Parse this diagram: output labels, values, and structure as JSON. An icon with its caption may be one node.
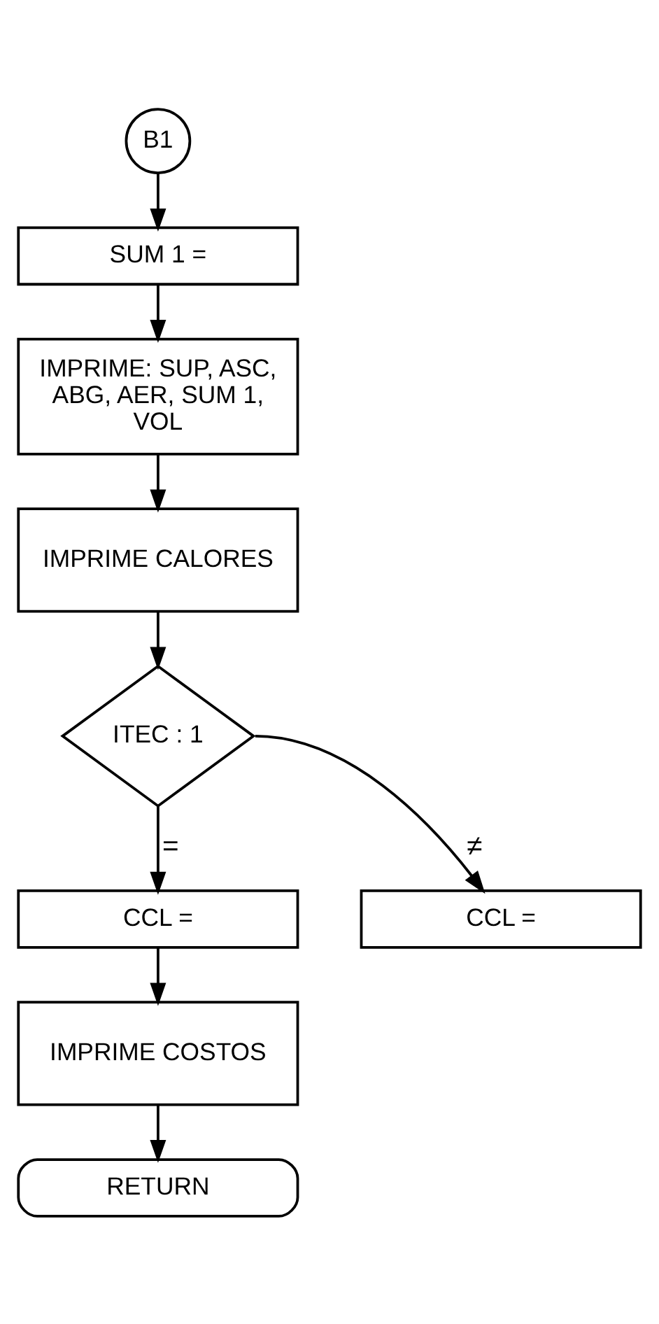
{
  "diagram": {
    "nodes": [
      {
        "text": [
          "B1"
        ]
      },
      {
        "text": [
          "SUM 1 ="
        ]
      },
      {
        "text": [
          "IMPRIME: SUP, ASC, ABG, AER, SUM 1, VOL"
        ]
      },
      {
        "text": [
          "IMPRIME CALORES"
        ]
      },
      {
        "text": [
          "ITEC : 1"
        ]
      },
      {
        "text": [
          "CCL ="
        ]
      },
      {
        "text": [
          "CCL ="
        ]
      },
      {
        "text": [
          "IMPRIME COSTOS"
        ]
      },
      {
        "text": [
          "RETURN"
        ]
      }
    ],
    "edges": [
      {
        "from": 0,
        "to": 1,
        "arrow": "to"
      },
      {
        "from": 1,
        "to": 2,
        "arrow": "to"
      },
      {
        "from": 2,
        "to": 3,
        "arrow": "to"
      },
      {
        "from": 3,
        "to": 4,
        "arrow": "to"
      },
      {
        "from": 4,
        "to": 5,
        "arrow": "to",
        "label": "≠"
      },
      {
        "from": 4,
        "to": 6,
        "arrow": "to",
        "label": "="
      },
      {
        "from": 6,
        "to": 7,
        "arrow": "to"
      },
      {
        "from": 7,
        "to": 8,
        "arrow": "to"
      }
    ]
  }
}
